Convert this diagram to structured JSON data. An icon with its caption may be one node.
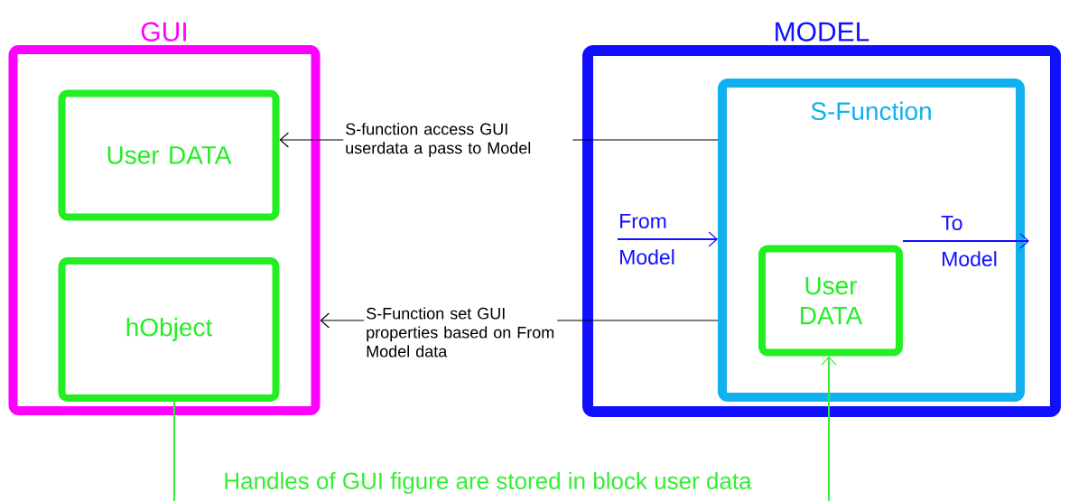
{
  "diagram": {
    "nodes": [
      {
        "text": [
          "GUI"
        ]
      },
      {
        "text": [
          "User DATA"
        ],
        "in": 0
      },
      {
        "text": [
          "hObject"
        ],
        "in": 0
      },
      {
        "text": [
          "MODEL"
        ]
      },
      {
        "text": [
          "S-Function"
        ],
        "in": 3
      },
      {
        "text": [
          "User DATA"
        ],
        "in": 4
      }
    ],
    "edges": [
      {
        "from": 4,
        "to": 1,
        "arrow": "to",
        "label": "S-function access GUI userdata a pass to Model"
      },
      {
        "from": 4,
        "to": 0,
        "arrow": "to",
        "label": "S-Function set GUI properties based on From Model data"
      },
      {
        "from": null,
        "to": 4,
        "arrow": "to",
        "label": "From Model",
        "color": "#1010ff"
      },
      {
        "from": 5,
        "to": null,
        "arrow": "to",
        "label": "To Model",
        "color": "#1010ff"
      },
      {
        "from": 2,
        "to": null,
        "arrow": "none",
        "color": "#33ee33"
      },
      {
        "from": null,
        "to": 5,
        "arrow": "to",
        "color": "#33ee33"
      }
    ],
    "labels": [
      "Handles of GUI figure are stored in block user data"
    ]
  }
}
